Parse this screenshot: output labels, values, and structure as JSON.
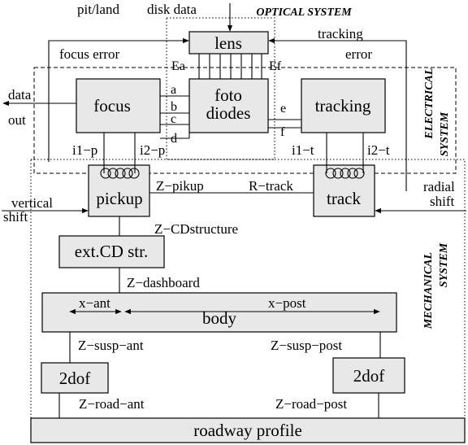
{
  "systems": {
    "optical": "OPTICAL SYSTEM",
    "electrical_1": "ELECTRICAL",
    "electrical_2": "SYSTEM",
    "mechanical_1": "MECHANICAL",
    "mechanical_2": "SYSTEM"
  },
  "blocks": {
    "lens": "lens",
    "foto_1": "foto",
    "foto_2": "diodes",
    "focus": "focus",
    "tracking": "tracking",
    "pickup": "pickup",
    "track": "track",
    "ext_cd": "ext.CD str.",
    "body": "body",
    "dof_left": "2dof",
    "dof_right": "2dof",
    "roadway": "roadway profile"
  },
  "labels": {
    "pit_land": "pit/land",
    "disk_data": "disk data",
    "focus_error": "focus  error",
    "tracking_1": "tracking",
    "tracking_2": "error",
    "data_1": "data",
    "data_2": "out",
    "ea": "Ea",
    "ef": "Ef",
    "a": "a",
    "b": "b",
    "c": "c",
    "d": "d",
    "e": "e",
    "f": "f",
    "i1p": "i1−p",
    "i2p": "i2−p",
    "i1t": "i1−t",
    "i2t": "i2−t",
    "z_pikup": "Z−pikup",
    "r_track": "R−track",
    "radial_1": "radial",
    "radial_2": "shift",
    "vertical_1": "vertical",
    "vertical_2": "shift",
    "z_cdstructure": "Z−CDstructure",
    "z_dashboard": "Z−dashboard",
    "x_ant": "x−ant",
    "x_post": "x−post",
    "z_susp_ant": "Z−susp−ant",
    "z_susp_post": "Z−susp−post",
    "z_road_ant": "Z−road−ant",
    "z_road_post": "Z−road−post"
  }
}
